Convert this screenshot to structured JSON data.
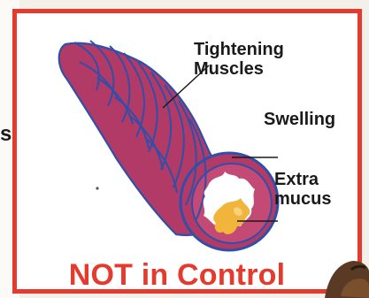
{
  "labels": {
    "tightening_line1": "Tightening",
    "tightening_line2": "Muscles",
    "swelling": "Swelling",
    "extra_line1": "Extra",
    "extra_line2": "mucus",
    "caption": "NOT in Control",
    "cut_left_text": "s"
  },
  "colors": {
    "frame_red": "#e53a2e",
    "airway_fill": "#b23a66",
    "airway_edge": "#2f4fa8",
    "lumen": "#ffffff",
    "mucus": "#f2b53b"
  }
}
